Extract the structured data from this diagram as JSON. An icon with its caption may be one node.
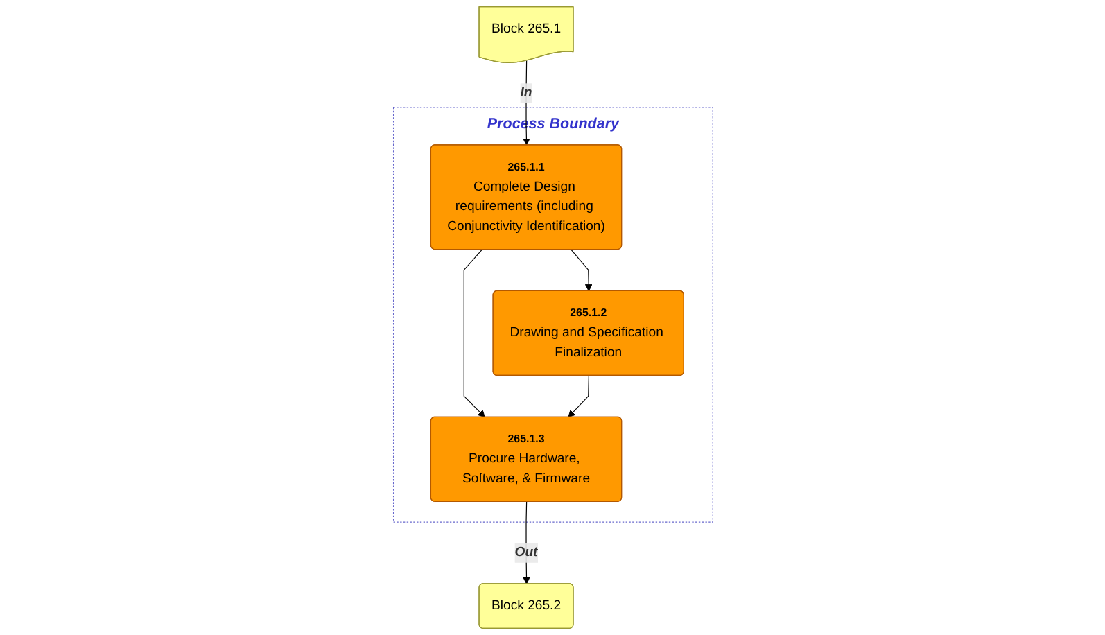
{
  "diagram": {
    "nodes": [
      {
        "text": [
          "Block 265.1"
        ]
      },
      {
        "text": [
          "Process Boundary"
        ]
      },
      {
        "text": [
          "265.1.1",
          "Complete Design requirements (including Conjunctivity Identification)"
        ],
        "in": 1
      },
      {
        "text": [
          "265.1.2",
          "Drawing and Specification Finalization"
        ],
        "in": 1
      },
      {
        "text": [
          "265.1.3",
          "Procure Hardware, Software, & Firmware"
        ],
        "in": 1
      },
      {
        "text": [
          "Block 265.2"
        ]
      }
    ],
    "edges": [
      {
        "from": 0,
        "to": 2,
        "arrow": "to",
        "label": "In"
      },
      {
        "from": 2,
        "to": 3,
        "arrow": "to"
      },
      {
        "from": 2,
        "to": 4,
        "arrow": "to"
      },
      {
        "from": 3,
        "to": 4,
        "arrow": "to"
      },
      {
        "from": 4,
        "to": 5,
        "arrow": "to",
        "label": "Out"
      }
    ]
  }
}
